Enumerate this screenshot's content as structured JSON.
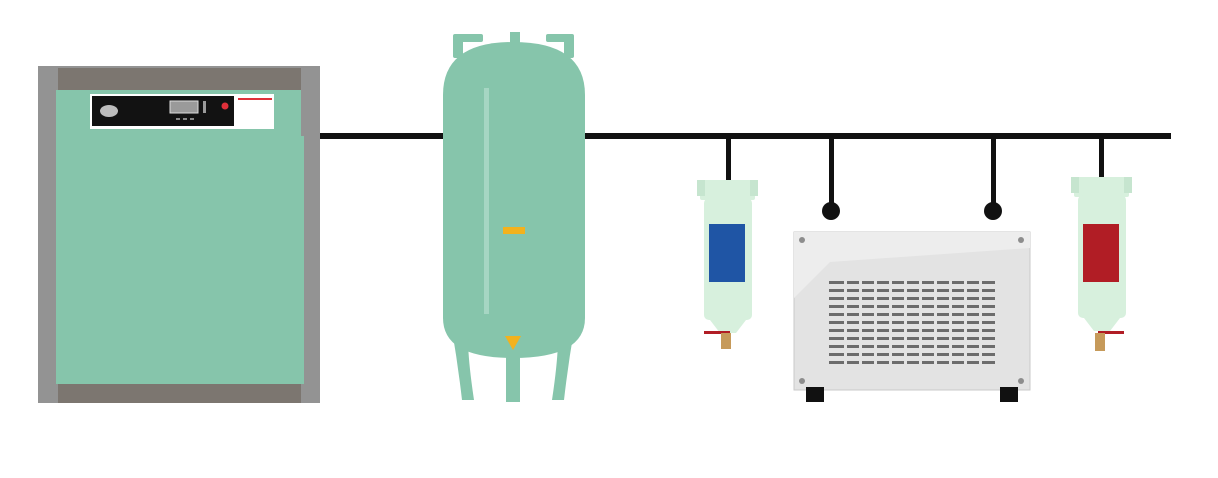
{
  "diagram": {
    "kind": "compressed-air-system",
    "components": [
      {
        "id": "compressor",
        "icon": "air-compressor-icon"
      },
      {
        "id": "receiver-tank",
        "icon": "air-receiver-tank-icon"
      },
      {
        "id": "filter-1",
        "icon": "line-filter-icon",
        "element_color": "#1f55a5"
      },
      {
        "id": "dryer",
        "icon": "refrigerated-dryer-icon"
      },
      {
        "id": "filter-2",
        "icon": "line-filter-icon",
        "element_color": "#b11d25"
      }
    ],
    "colors": {
      "equipment_green": "#86c5ab",
      "filter_bowl": "#d7f0dd",
      "cabinet_gray": "#939393",
      "cabinet_dark": "#7c7670",
      "dryer_body": "#e3e3e3",
      "pipe": "#111111",
      "accent_yellow": "#f3b21d"
    }
  }
}
